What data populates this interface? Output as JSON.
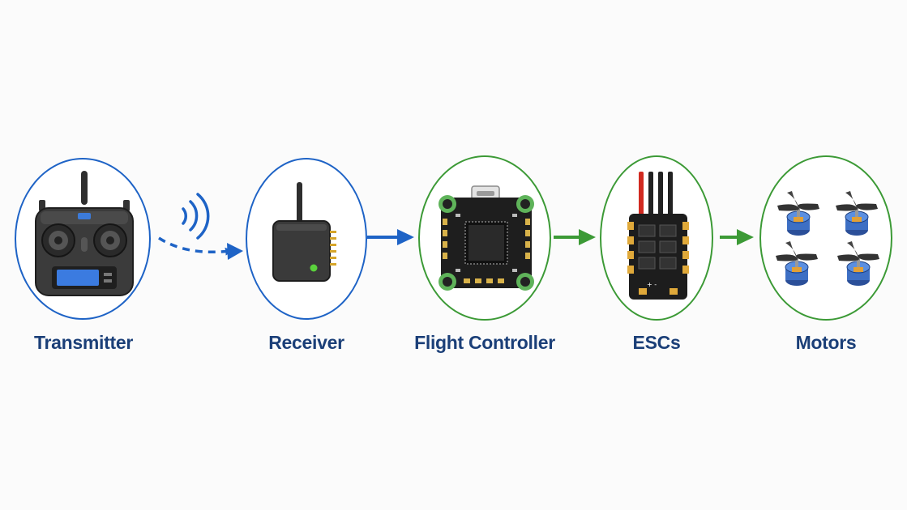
{
  "stages": [
    {
      "name": "Transmitter",
      "icon": "radio-transmitter-icon",
      "ring_color": "#1e63c6"
    },
    {
      "name": "Receiver",
      "icon": "receiver-icon",
      "ring_color": "#1e63c6"
    },
    {
      "name": "Flight Controller",
      "icon": "flight-controller-board-icon",
      "ring_color": "#3c9a36"
    },
    {
      "name": "ESCs",
      "icon": "esc-board-icon",
      "ring_color": "#3c9a36"
    },
    {
      "name": "Motors",
      "icon": "motors-with-propellers-icon",
      "ring_color": "#3c9a36"
    }
  ],
  "connections": [
    {
      "from": "Transmitter",
      "to": "Receiver",
      "style": "dashed-wireless",
      "color": "#1e63c6"
    },
    {
      "from": "Receiver",
      "to": "Flight Controller",
      "style": "solid",
      "color": "#1e63c6"
    },
    {
      "from": "Flight Controller",
      "to": "ESCs",
      "style": "solid",
      "color": "#3c9a36"
    },
    {
      "from": "ESCs",
      "to": "Motors",
      "style": "solid",
      "color": "#3c9a36"
    }
  ],
  "colors": {
    "label_text": "#1b3f78",
    "signal_blue": "#1e63c6",
    "power_green": "#3c9a36",
    "background": "#fbfbfb"
  }
}
